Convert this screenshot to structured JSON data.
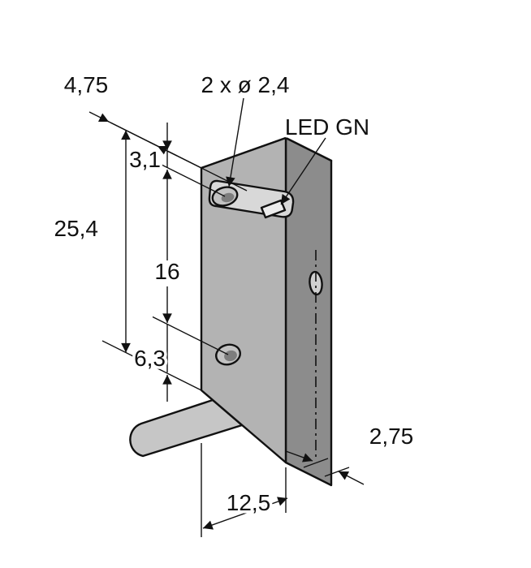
{
  "drawing": {
    "type": "technical-dimension-drawing",
    "colors": {
      "background": "#ffffff",
      "line": "#111111",
      "body_front": "#b3b3b3",
      "body_top": "#cdcdcd",
      "body_side": "#8c8c8c",
      "recess": "#d8d8d8",
      "led": "#ececec",
      "cable": "#c6c6c6",
      "hole_inner": "#7d7d7d"
    },
    "labels": {
      "depth": "4,75",
      "mounting_holes": "2 x ø 2,4",
      "led_indicator": "LED GN",
      "hole_top_offset": "3,1",
      "height": "25,4",
      "hole_spacing": "16",
      "hole_bottom_offset": "6,3",
      "side_center_offset": "2,75",
      "width": "12,5"
    }
  }
}
